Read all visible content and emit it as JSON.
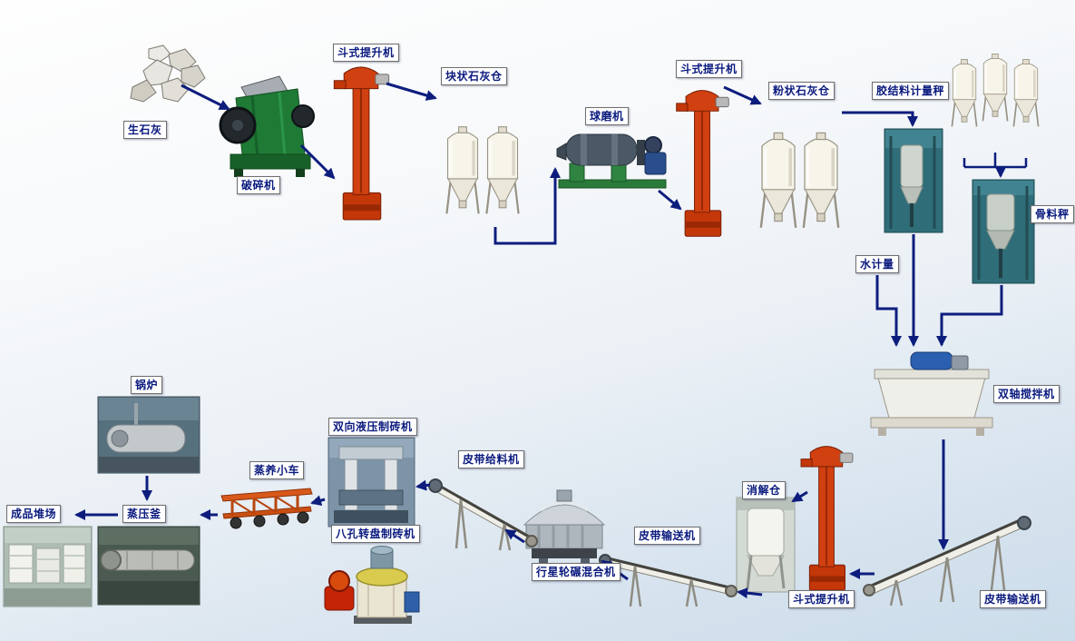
{
  "diagram": {
    "type": "process-flow",
    "labels": {
      "quicklime": "生石灰",
      "crusher": "破碎机",
      "bucket_elevator_1": "斗式提升机",
      "lump_lime_silo": "块状石灰仓",
      "ball_mill": "球磨机",
      "bucket_elevator_2": "斗式提升机",
      "powder_lime_silo": "粉状石灰仓",
      "binder_scale": "胶结料计量秤",
      "aggregate_scale": "骨料秤",
      "water_metering": "水计量",
      "twin_shaft_mixer": "双轴搅拌机",
      "belt_conveyor_right": "皮带输送机",
      "bucket_elevator_3": "斗式提升机",
      "slaking_silo": "消解仓",
      "belt_conveyor_mid": "皮带输送机",
      "planetary_mixer": "行星轮碾混合机",
      "belt_feeder": "皮带给料机",
      "hydraulic_press": "双向液压制砖机",
      "rotary_press": "八孔转盘制砖机",
      "steam_cart": "蒸养小车",
      "autoclave": "蒸压釜",
      "boiler": "锅炉",
      "product_yard": "成品堆场"
    },
    "edges": [
      {
        "from": "quicklime",
        "to": "crusher"
      },
      {
        "from": "crusher",
        "to": "bucket_elevator_1"
      },
      {
        "from": "bucket_elevator_1",
        "to": "lump_lime_silo"
      },
      {
        "from": "lump_lime_silo",
        "to": "ball_mill"
      },
      {
        "from": "ball_mill",
        "to": "bucket_elevator_2"
      },
      {
        "from": "bucket_elevator_2",
        "to": "powder_lime_silo"
      },
      {
        "from": "powder_lime_silo",
        "to": "binder_scale"
      },
      {
        "from": "aggregate_silos",
        "to": "aggregate_scale"
      },
      {
        "from": "binder_scale",
        "to": "twin_shaft_mixer"
      },
      {
        "from": "water_metering",
        "to": "twin_shaft_mixer"
      },
      {
        "from": "aggregate_scale",
        "to": "twin_shaft_mixer"
      },
      {
        "from": "twin_shaft_mixer",
        "to": "belt_conveyor_right"
      },
      {
        "from": "belt_conveyor_right",
        "to": "bucket_elevator_3"
      },
      {
        "from": "bucket_elevator_3",
        "to": "slaking_silo"
      },
      {
        "from": "slaking_silo",
        "to": "belt_conveyor_mid"
      },
      {
        "from": "belt_conveyor_mid",
        "to": "planetary_mixer"
      },
      {
        "from": "planetary_mixer",
        "to": "belt_feeder"
      },
      {
        "from": "belt_feeder",
        "to": "hydraulic_press"
      },
      {
        "from": "hydraulic_press",
        "to": "steam_cart"
      },
      {
        "from": "steam_cart",
        "to": "autoclave"
      },
      {
        "from": "boiler",
        "to": "autoclave"
      },
      {
        "from": "autoclave",
        "to": "product_yard"
      }
    ]
  },
  "colors": {
    "arrow": "#0d1d7d",
    "label_text": "#0a1a7e",
    "label_background": "#ffffff",
    "elevator_body": "#d04010",
    "crusher_body": "#1f7a35",
    "silo_body": "#f7f4ea",
    "background_top": "#fefefe",
    "background_bottom": "#cbdcea"
  }
}
